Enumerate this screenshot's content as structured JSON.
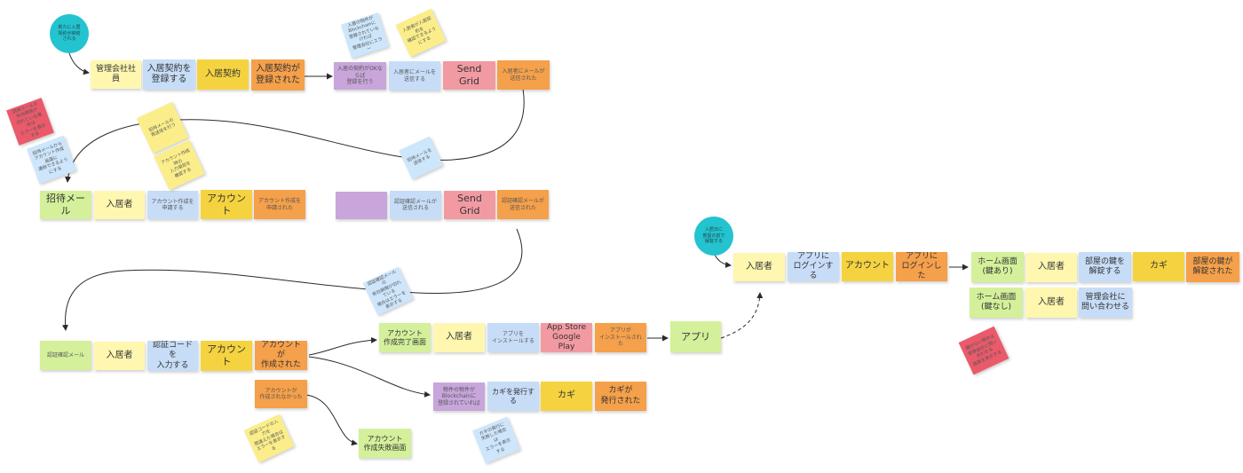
{
  "colors": {
    "yellow_light": "#fff7b0",
    "blue_light": "#c7ddf7",
    "yellow": "#f5d340",
    "orange": "#f5a04a",
    "purple": "#c8a5db",
    "red": "#f29aa2",
    "green": "#d4f09b",
    "sticky_blue": "#cde6fb",
    "sticky_yellow": "#fbee8a",
    "sticky_red": "#ea5a6b",
    "circle": "#23c3cf",
    "line": "#2b2b2b"
  },
  "notes": [
    {
      "id": "n1",
      "text": "管理会社社員",
      "color": "yellow_light"
    },
    {
      "id": "n2",
      "text": "入居契約を\n登録する",
      "color": "blue_light"
    },
    {
      "id": "n3",
      "text": "入居契約",
      "color": "yellow"
    },
    {
      "id": "n4",
      "text": "入居契約が\n登録された",
      "color": "orange"
    },
    {
      "id": "n5",
      "text": "入居の契約がOKならば\n登録を行う",
      "color": "purple",
      "small": true
    },
    {
      "id": "n6",
      "text": "入居者にメールを\n送信する",
      "color": "blue_light",
      "small": true
    },
    {
      "id": "n7",
      "text": "Send Grid",
      "color": "red"
    },
    {
      "id": "n8",
      "text": "入居者にメールが\n送信された",
      "color": "orange",
      "small": true
    },
    {
      "id": "n9",
      "text": "招待メール",
      "color": "green"
    },
    {
      "id": "n10",
      "text": "入居者",
      "color": "yellow_light"
    },
    {
      "id": "n11",
      "text": "アカウント作成を\n申請する",
      "color": "blue_light",
      "small": true
    },
    {
      "id": "n12",
      "text": "アカウント",
      "color": "yellow"
    },
    {
      "id": "n13",
      "text": "アカウント作成を\n申請された",
      "color": "orange",
      "small": true
    },
    {
      "id": "n14",
      "text": "",
      "color": "purple"
    },
    {
      "id": "n15",
      "text": "認証確認メールが\n送信される",
      "color": "blue_light",
      "small": true
    },
    {
      "id": "n16",
      "text": "Send Grid",
      "color": "red"
    },
    {
      "id": "n17",
      "text": "認証確認メールが\n送信された",
      "color": "orange",
      "small": true
    },
    {
      "id": "n18",
      "text": "認証確認メール",
      "color": "green",
      "small": true
    },
    {
      "id": "n19",
      "text": "入居者",
      "color": "yellow_light"
    },
    {
      "id": "n20",
      "text": "認証コードを\n入力する",
      "color": "blue_light"
    },
    {
      "id": "n21",
      "text": "アカウント",
      "color": "yellow"
    },
    {
      "id": "n22",
      "text": "アカウントが\n作成された",
      "color": "orange"
    },
    {
      "id": "n23",
      "text": "アカウント\n作成完了画面",
      "color": "green"
    },
    {
      "id": "n24",
      "text": "入居者",
      "color": "yellow_light"
    },
    {
      "id": "n25",
      "text": "アプリを\nインストールする",
      "color": "blue_light",
      "small": true
    },
    {
      "id": "n26",
      "text": "App Store\nGoogle Play",
      "color": "red"
    },
    {
      "id": "n27",
      "text": "アプリが\nインストールされた",
      "color": "orange",
      "small": true
    },
    {
      "id": "n28",
      "text": "アプリ",
      "color": "green"
    },
    {
      "id": "n29",
      "text": "アカウントが\n作成されなかった",
      "color": "orange",
      "small": true
    },
    {
      "id": "n30",
      "text": "アカウント\n作成失敗画面",
      "color": "green"
    },
    {
      "id": "n31",
      "text": "物件の物件がBlockchainに\n登録されていれば",
      "color": "purple",
      "small": true
    },
    {
      "id": "n32",
      "text": "カギを発行する",
      "color": "blue_light"
    },
    {
      "id": "n33",
      "text": "カギ",
      "color": "yellow"
    },
    {
      "id": "n34",
      "text": "カギが\n発行された",
      "color": "orange"
    },
    {
      "id": "n35",
      "text": "入居者",
      "color": "yellow_light"
    },
    {
      "id": "n36",
      "text": "アプリに\nログインする",
      "color": "blue_light"
    },
    {
      "id": "n37",
      "text": "アカウント",
      "color": "yellow"
    },
    {
      "id": "n38",
      "text": "アプリに\nログインした",
      "color": "orange"
    },
    {
      "id": "n39",
      "text": "ホーム画面\n(鍵あり)",
      "color": "green"
    },
    {
      "id": "n40",
      "text": "入居者",
      "color": "yellow_light"
    },
    {
      "id": "n41",
      "text": "部屋の鍵を\n解錠する",
      "color": "blue_light"
    },
    {
      "id": "n42",
      "text": "カギ",
      "color": "yellow"
    },
    {
      "id": "n43",
      "text": "部屋の鍵が\n解錠された",
      "color": "orange"
    },
    {
      "id": "n44",
      "text": "ホーム画面\n(鍵なし)",
      "color": "green"
    },
    {
      "id": "n45",
      "text": "入居者",
      "color": "yellow_light"
    },
    {
      "id": "n46",
      "text": "管理会社に\n問い合わせる",
      "color": "blue_light"
    }
  ],
  "stickies": [
    {
      "id": "s1",
      "text": "入居の物件がBlockchainに\n登録されていなければ\n管理会社にエラー",
      "color": "sticky_blue"
    },
    {
      "id": "s2",
      "text": "入居者が入居契約を\n確認できるようにする",
      "color": "sticky_yellow"
    },
    {
      "id": "s3",
      "text": "招待メールの有効期限が\n切れている場合は\nエラーを表示する",
      "color": "sticky_red"
    },
    {
      "id": "s4",
      "text": "招待メールから\nアカウント作成画面に\n遷移できるようにする",
      "color": "sticky_blue"
    },
    {
      "id": "s5",
      "text": "招待メールの\n再送信を行う",
      "color": "sticky_yellow"
    },
    {
      "id": "s6",
      "text": "アカウント作成時の\n入力項目を\n確認する",
      "color": "sticky_yellow"
    },
    {
      "id": "s7",
      "text": "招待メールを\n送信する",
      "color": "sticky_blue"
    },
    {
      "id": "s8",
      "text": "認証確認メールの\n有効期限が切れている\n場合はエラーを表示する",
      "color": "sticky_blue"
    },
    {
      "id": "s9",
      "text": "認証コードの入力を\n間違えた場合は\nエラーを表示する",
      "color": "sticky_yellow"
    },
    {
      "id": "s10",
      "text": "カギの発行に\n失敗した場合は\nエラーを表示する",
      "color": "sticky_blue"
    },
    {
      "id": "s11",
      "text": "鍵がない場合は\n管理会社に問い合わせる\n画面を表示する",
      "color": "sticky_red"
    }
  ],
  "circles": [
    {
      "id": "c1",
      "text": "新たに入居\n契約が締結\nされる"
    },
    {
      "id": "c2",
      "text": "入居日に\n部屋の前で\n解錠する"
    }
  ]
}
